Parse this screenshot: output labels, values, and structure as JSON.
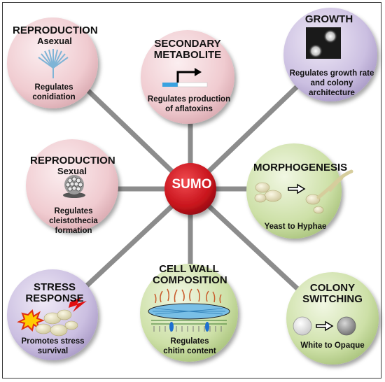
{
  "center": {
    "label": "SUMO"
  },
  "nodes": {
    "reproduction_asexual": {
      "title": "REPRODUCTION",
      "subtitle": "Asexual",
      "description": "Regulates conidiation"
    },
    "secondary_metabolite": {
      "title": "SECONDARY METABOLITE",
      "description": "Regulates production of aflatoxins"
    },
    "growth": {
      "title": "GROWTH",
      "description": "Regulates growth rate and colony architecture"
    },
    "reproduction_sexual": {
      "title": "REPRODUCTION",
      "subtitle": "Sexual",
      "description": "Regulates cleistothecia formation"
    },
    "morphogenesis": {
      "title": "MORPHOGENESIS",
      "description": "Yeast to Hyphae"
    },
    "stress_response": {
      "title": "STRESS RESPONSE",
      "description": "Promotes stress survival"
    },
    "cell_wall": {
      "title": "CELL WALL COMPOSITION",
      "description": "Regulates chitin content"
    },
    "colony_switching": {
      "title": "COLONY SWITCHING",
      "description": "White to Opaque"
    }
  },
  "colors": {
    "pink": "#f2cfd3",
    "purple": "#cfc3e3",
    "green": "#cfe0ac",
    "connector": "#8c8c8c",
    "center": "#c8141c"
  }
}
